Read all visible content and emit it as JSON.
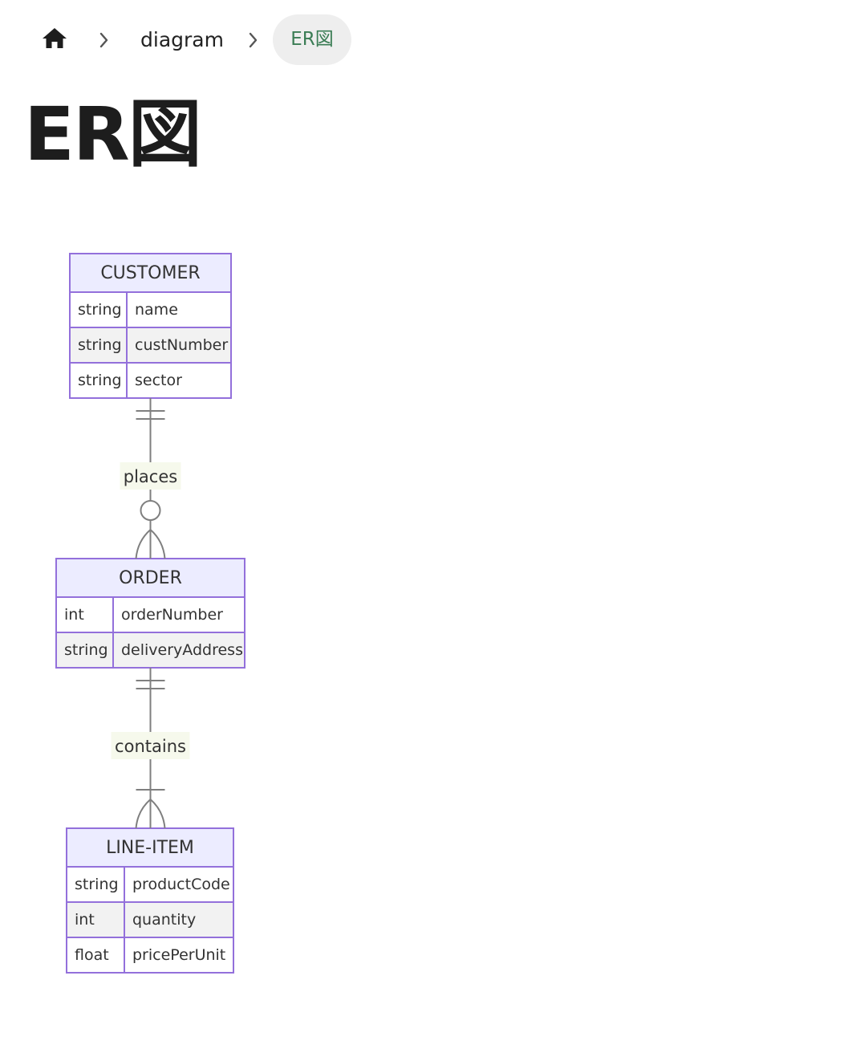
{
  "breadcrumb": {
    "home_icon": "home-icon",
    "separator_icon": "chevron-right-icon",
    "link": "diagram",
    "current": "ER図"
  },
  "page": {
    "title": "ER図"
  },
  "diagram": {
    "colors": {
      "entity_border": "#9370db",
      "entity_header": "#ececff",
      "row_odd": "#ffffff",
      "row_even": "#f2f2f2",
      "relation_line": "#7f7f7f",
      "relation_label_bg": "#f6f9ec"
    },
    "entities": [
      {
        "name": "CUSTOMER",
        "attributes": [
          {
            "type": "string",
            "name": "name"
          },
          {
            "type": "string",
            "name": "custNumber"
          },
          {
            "type": "string",
            "name": "sector"
          }
        ]
      },
      {
        "name": "ORDER",
        "attributes": [
          {
            "type": "int",
            "name": "orderNumber"
          },
          {
            "type": "string",
            "name": "deliveryAddress"
          }
        ]
      },
      {
        "name": "LINE-ITEM",
        "attributes": [
          {
            "type": "string",
            "name": "productCode"
          },
          {
            "type": "int",
            "name": "quantity"
          },
          {
            "type": "float",
            "name": "pricePerUnit"
          }
        ]
      }
    ],
    "relationships": [
      {
        "from": "CUSTOMER",
        "to": "ORDER",
        "label": "places",
        "from_cardinality": "exactly-one",
        "to_cardinality": "zero-or-more"
      },
      {
        "from": "ORDER",
        "to": "LINE-ITEM",
        "label": "contains",
        "from_cardinality": "exactly-one",
        "to_cardinality": "one-or-more"
      }
    ]
  }
}
